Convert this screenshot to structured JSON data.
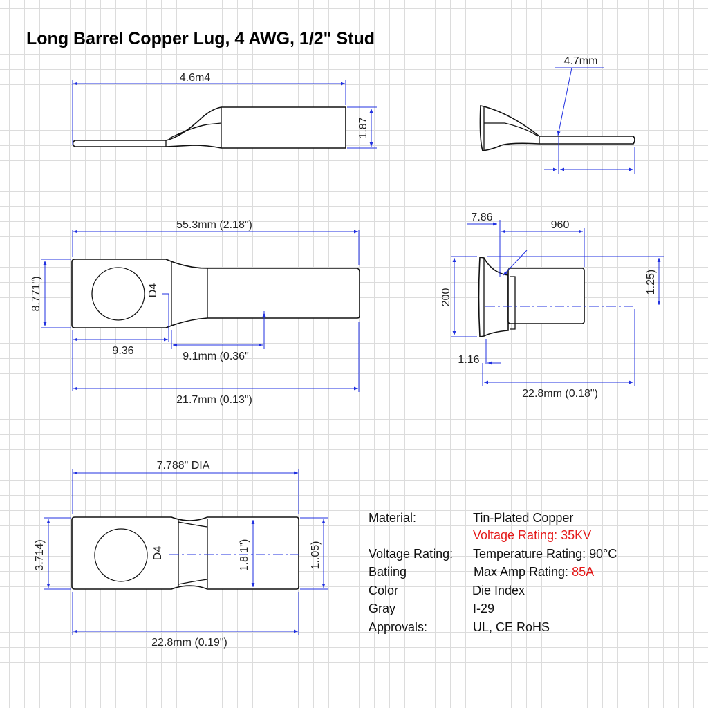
{
  "title": "Long Barrel Copper Lug, 4 AWG, 1/2\" Stud",
  "side_view": {
    "length": "4.6m4",
    "height": "1.87"
  },
  "end_side_view": {
    "tab": "4.7mm"
  },
  "top_view": {
    "overall": "55.3mm (2.18\")",
    "tongue_width": "8.771\")",
    "hole_offset": "9.36",
    "neck": "9.1mm (0.36\"",
    "total": "21.7mm (0.13\")",
    "marking": "D4"
  },
  "end_view": {
    "flare": "7.86",
    "barrel": "960",
    "height": "200",
    "radius": "1.25)",
    "lip": "1.16",
    "length": "22.8mm (0.18\")"
  },
  "bottom_view": {
    "dia": "7.788\" DIA",
    "tongue_width": "3.714)",
    "inner": "1.8 1\")",
    "outer": "1..05)",
    "length": "22.8mm (0.19\")",
    "marking": "D4"
  },
  "specs": {
    "rows": [
      {
        "label": "Material:",
        "value": "Tin-Plated Copper"
      },
      {
        "label": "",
        "value": "Voltage Rating: 35KV"
      },
      {
        "label": "Voltage Rating:",
        "value": "Temperature Rating: 90°C"
      },
      {
        "label": "Batiing",
        "value_prefix": "Max Amp Rating: ",
        "value_highlight": "85A"
      },
      {
        "label": "Color",
        "value": "Die Index"
      },
      {
        "label": "Gray",
        "value": "I-29"
      },
      {
        "label": "Approvals:",
        "value": "UL, CE RoHS"
      }
    ]
  },
  "colors": {
    "dimension": "#2030e0",
    "highlight": "#e41a1a"
  }
}
